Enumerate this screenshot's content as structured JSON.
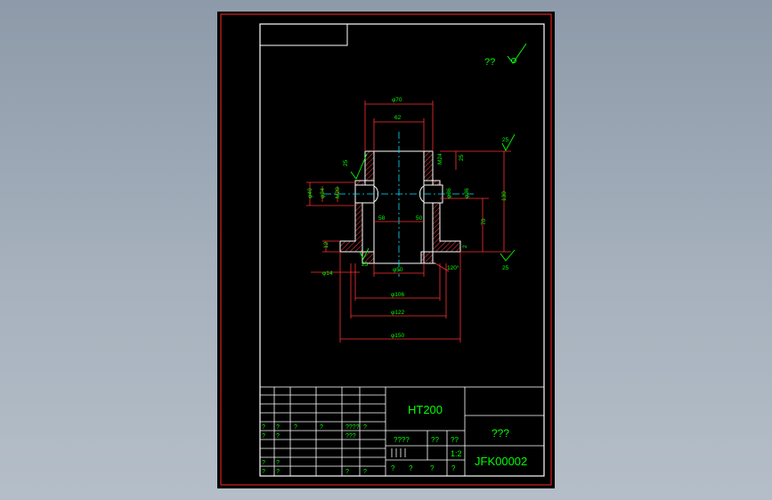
{
  "colors": {
    "sheet_bg": "#000000",
    "border_red": "#ff2a2a",
    "frame_white": "#ffffff",
    "text_green": "#00ff00",
    "dim_red": "#ff3030",
    "hatch_red": "#ff4040",
    "center_cyan": "#00e5ff"
  },
  "drawing": {
    "roughness_label": "??",
    "dims": {
      "d70": "φ70",
      "d62": "62",
      "d40": "φ40",
      "d24": "φ24",
      "m20": "M20",
      "d36": "φ36",
      "m24": "M24",
      "d36b": "φ36",
      "d50": "φ50",
      "d106": "φ106",
      "d122": "φ122",
      "d150": "φ150",
      "d14": "φ14",
      "n58": "58",
      "n50": "50",
      "n25": "25",
      "n130": "130",
      "n70": "70",
      "n12": "12",
      "n2": "2",
      "a120": "120°",
      "r25a": "25",
      "r25b": "25",
      "r25c": "25",
      "r25d": "25"
    }
  },
  "title_block": {
    "material": "HT200",
    "name": "???",
    "drawing_no": "JFK00002",
    "scale": "1:2",
    "rows": [
      [
        "?",
        "?",
        "?",
        "?",
        "????",
        "?",
        "?"
      ],
      [
        "?",
        "?",
        "",
        "",
        "???",
        "",
        ""
      ],
      [
        "?",
        "?",
        "",
        "",
        "",
        "",
        ""
      ],
      [
        "?",
        "?",
        "",
        "",
        "?",
        "?",
        ""
      ]
    ],
    "row_labels": {
      "weight_label": "????",
      "sheet_label": "??",
      "sheets_label": "??",
      "bottom_q": [
        "?",
        "?",
        "?",
        "?"
      ]
    }
  }
}
